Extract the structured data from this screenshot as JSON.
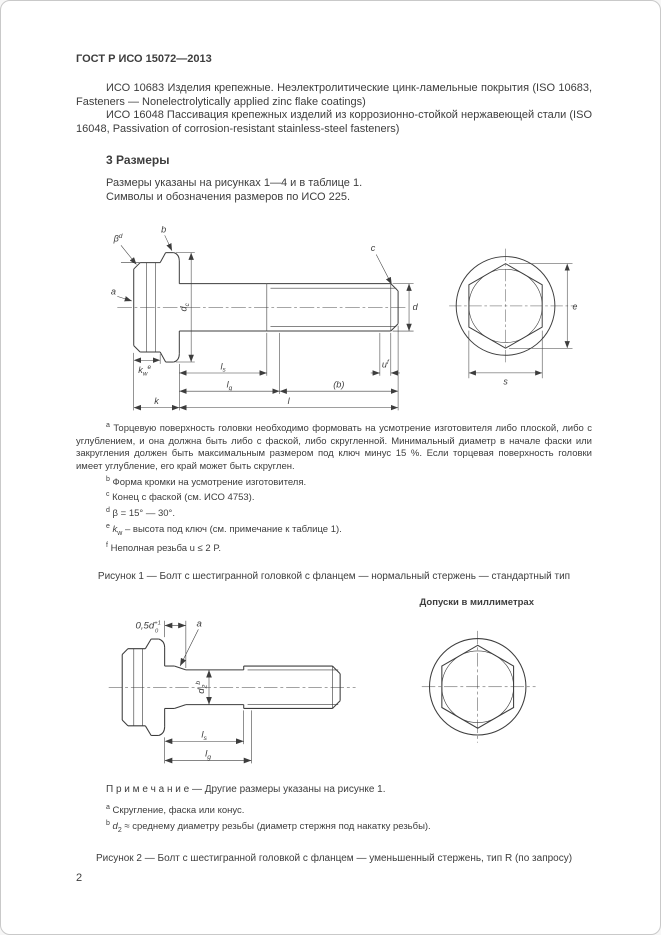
{
  "page": {
    "header": "ГОСТ Р ИСО 15072—2013",
    "page_number": "2"
  },
  "intro": {
    "p1": "ИСО 10683 Изделия крепежные. Неэлектролитические цинк-ламельные покрытия (ISO 10683, Fasteners — Nonelectrolytically applied zinc flake coatings)",
    "p2": "ИСО 16048 Пассивация крепежных изделий из коррозионно-стойкой нержавеющей стали (ISO 16048, Passivation of corrosion-resistant stainless-steel fasteners)"
  },
  "section": {
    "title": "3 Размеры",
    "line1": "Размеры указаны на рисунках 1—4 и в таблице 1.",
    "line2": "Символы и обозначения размеров по ИСО 225."
  },
  "figure1": {
    "labels": {
      "beta": "β",
      "beta_sup": "d",
      "a_marker": "a",
      "b_marker": "b",
      "c_marker": "c",
      "dc_main": "d",
      "dc_sub": "c",
      "d_dim": "d",
      "kw_main": "k",
      "kw_sub": "w",
      "kw_sup": "e",
      "u_main": "u",
      "u_sup": "f",
      "ls_main": "l",
      "ls_sub": "s",
      "lg_main": "l",
      "lg_sub": "g",
      "b_paren": "(b)",
      "k_dim": "k",
      "l_dim": "l",
      "e_dim": "e",
      "s_dim": "s"
    },
    "footnotes": {
      "a_marker": "a",
      "a_text": "Торцевую поверхность головки необходимо формовать на усмотрение изготовителя либо плоской, либо с углублением, и она должна быть либо с фаской, либо скругленной. Минимальный диаметр в начале фаски или закругления должен быть максимальным размером под ключ минус 15 %. Если торцевая поверхность головки имеет углубление, его край может быть скруглен.",
      "b_marker": "b",
      "b_text": "Форма кромки на усмотрение изготовителя.",
      "c_marker": "c",
      "c_text": "Конец с фаской (см. ИСО 4753).",
      "d_marker": "d",
      "d_text": "β = 15° — 30°.",
      "e_marker": "e",
      "e_k": "k",
      "e_w": "w",
      "e_rest": "– высота под ключ (см. примечание к таблице 1).",
      "f_marker": "f",
      "f_text": "Неполная резьба u ≤ 2 P."
    },
    "caption": "Рисунок 1 — Болт с шестигранной головкой с фланцем — нормальный стержень — стандартный тип"
  },
  "figure2": {
    "tolerance_note": "Допуски в миллиметрах",
    "labels": {
      "dim_05d": "0,5d",
      "dim_05d_sup": "+1",
      "dim_05d_sub": "0",
      "a_marker": "a",
      "d2_main": "d",
      "d2_sub": "2",
      "d2_sup": "b",
      "ls_main": "l",
      "ls_sub": "s",
      "lg_main": "l",
      "lg_sub": "g"
    },
    "note": "П р и м е ч а н и е — Другие размеры указаны на рисунке 1.",
    "footnotes": {
      "a_marker": "a",
      "a_text": "Скругление, фаска или конус.",
      "b_marker": "b",
      "b_d": "d",
      "b_sub": "2",
      "b_rest": "≈ среднему диаметру резьбы (диаметр стержня под накатку резьбы)."
    },
    "caption": "Рисунок 2 — Болт с шестигранной головкой с фланцем — уменьшенный стержень, тип R (по запросу)"
  }
}
